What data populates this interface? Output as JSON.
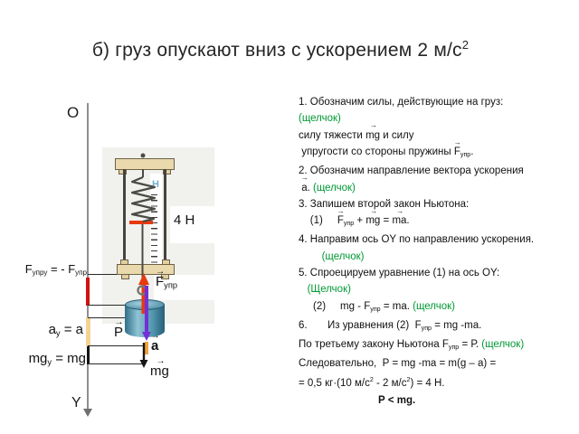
{
  "colors": {
    "click_green": "#009933",
    "axis_red": "#d21111",
    "axis_yellow": "#f3d492",
    "force_red": "#e8380d",
    "force_purple": "#7430d8",
    "accel_orange": "#f0a23c",
    "scale_blue": "#74aed0"
  },
  "title": {
    "segments": [
      {
        "t": "б) груз опускают вниз с ускорением 2 м/с"
      },
      {
        "t": "2",
        "s": "sup"
      }
    ]
  },
  "solution": {
    "lines": [
      [
        {
          "t": "1. Обозначим силы, действующие на груз:"
        }
      ],
      [
        {
          "t": "(щелчок)",
          "s": "green"
        }
      ],
      [
        {
          "t": "силу тяжести "
        },
        {
          "t": "mg",
          "s": "vec"
        },
        {
          "t": " и силу"
        }
      ],
      [
        {
          "t": " упругости со стороны пружины "
        },
        {
          "t": "F",
          "s": "vec"
        },
        {
          "t": "упр",
          "s": "sub"
        },
        {
          "t": "."
        }
      ],
      [
        {
          "t": "2. Обозначим направление вектора ускорения"
        }
      ],
      [
        {
          "t": " "
        },
        {
          "t": "а",
          "s": "vec"
        },
        {
          "t": ". "
        },
        {
          "t": "(щелчок)",
          "s": "green"
        }
      ],
      [
        {
          "t": "3. Запишем второй закон Ньютона:"
        }
      ],
      [
        {
          "t": "    (1)     "
        },
        {
          "t": "F",
          "s": "vec"
        },
        {
          "t": "упр",
          "s": "sub"
        },
        {
          "t": " + "
        },
        {
          "t": "mg",
          "s": "vec"
        },
        {
          "t": " = "
        },
        {
          "t": "ma",
          "s": "vec"
        },
        {
          "t": "."
        }
      ],
      [
        {
          "t": "4. Направим ось ОY по направлению ускорения."
        }
      ],
      [
        {
          "t": "        "
        },
        {
          "t": "(щелчок)",
          "s": "green"
        }
      ],
      [
        {
          "t": "5. Спроецируем уравнение (1) на ось ОY:"
        }
      ],
      [
        {
          "t": "   "
        },
        {
          "t": "(Щелчок)",
          "s": "green"
        }
      ],
      [
        {
          "t": "     (2)     mg - "
        },
        {
          "t": "F"
        },
        {
          "t": "упр",
          "s": "sub"
        },
        {
          "t": " = ma. "
        },
        {
          "t": "(щелчок)",
          "s": "green"
        }
      ],
      [
        {
          "t": "6.       Из уравнения (2)  "
        },
        {
          "t": "F"
        },
        {
          "t": "упр",
          "s": "sub"
        },
        {
          "t": " = mg -ma."
        }
      ],
      [
        {
          "t": "По третьему закону Ньютона "
        },
        {
          "t": "F"
        },
        {
          "t": "упр",
          "s": "sub"
        },
        {
          "t": " = Р. "
        },
        {
          "t": "(щелчок)",
          "s": "green"
        }
      ],
      [
        {
          "t": "Следовательно,  Р = mg -ma = m(g – a) ="
        }
      ],
      [
        {
          "t": "= 0,5 кг·(10 м/с"
        },
        {
          "t": "2",
          "s": "sup"
        },
        {
          "t": " - 2 м/с"
        },
        {
          "t": "2",
          "s": "sup"
        },
        {
          "t": ") = 4 Н."
        }
      ],
      [
        {
          "t": "Р < mg.",
          "s": "bold indent"
        }
      ]
    ]
  },
  "diagram": {
    "axis": {
      "origin_label": "О",
      "end_label": "Y"
    },
    "projections": {
      "f_upr": [
        {
          "t": "F"
        },
        {
          "t": "упру",
          "s": "sub"
        },
        {
          "t": " = - F"
        },
        {
          "t": "упр",
          "s": "sub"
        }
      ],
      "a": [
        {
          "t": "а"
        },
        {
          "t": "у",
          "s": "sub"
        },
        {
          "t": " = а"
        }
      ],
      "mg": [
        {
          "t": "mg"
        },
        {
          "t": "у",
          "s": "sub"
        },
        {
          "t": " = mg"
        }
      ]
    },
    "dynamometer": {
      "reading": "4 Н",
      "unit": "Н"
    },
    "forces": {
      "f_upr": [
        {
          "t": "F",
          "s": "vec"
        },
        {
          "t": "упр",
          "s": "sub"
        }
      ],
      "p": [
        {
          "t": "Р",
          "s": "vec"
        }
      ],
      "a": [
        {
          "t": "а",
          "s": "vec"
        }
      ],
      "mg": [
        {
          "t": "mg",
          "s": "vec"
        }
      ]
    }
  }
}
